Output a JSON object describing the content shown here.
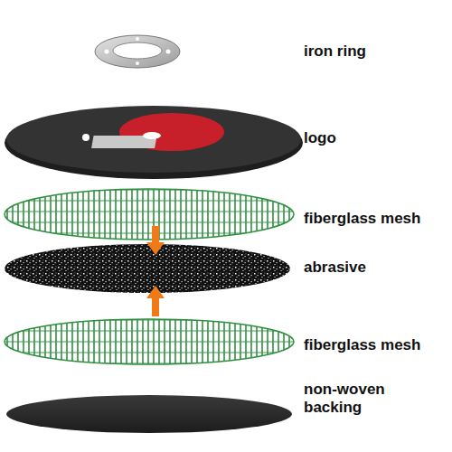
{
  "diagram": {
    "labels": [
      "iron ring",
      "logo",
      "fiberglass mesh",
      "abrasive",
      "fiberglass mesh",
      "non-woven backing"
    ]
  }
}
